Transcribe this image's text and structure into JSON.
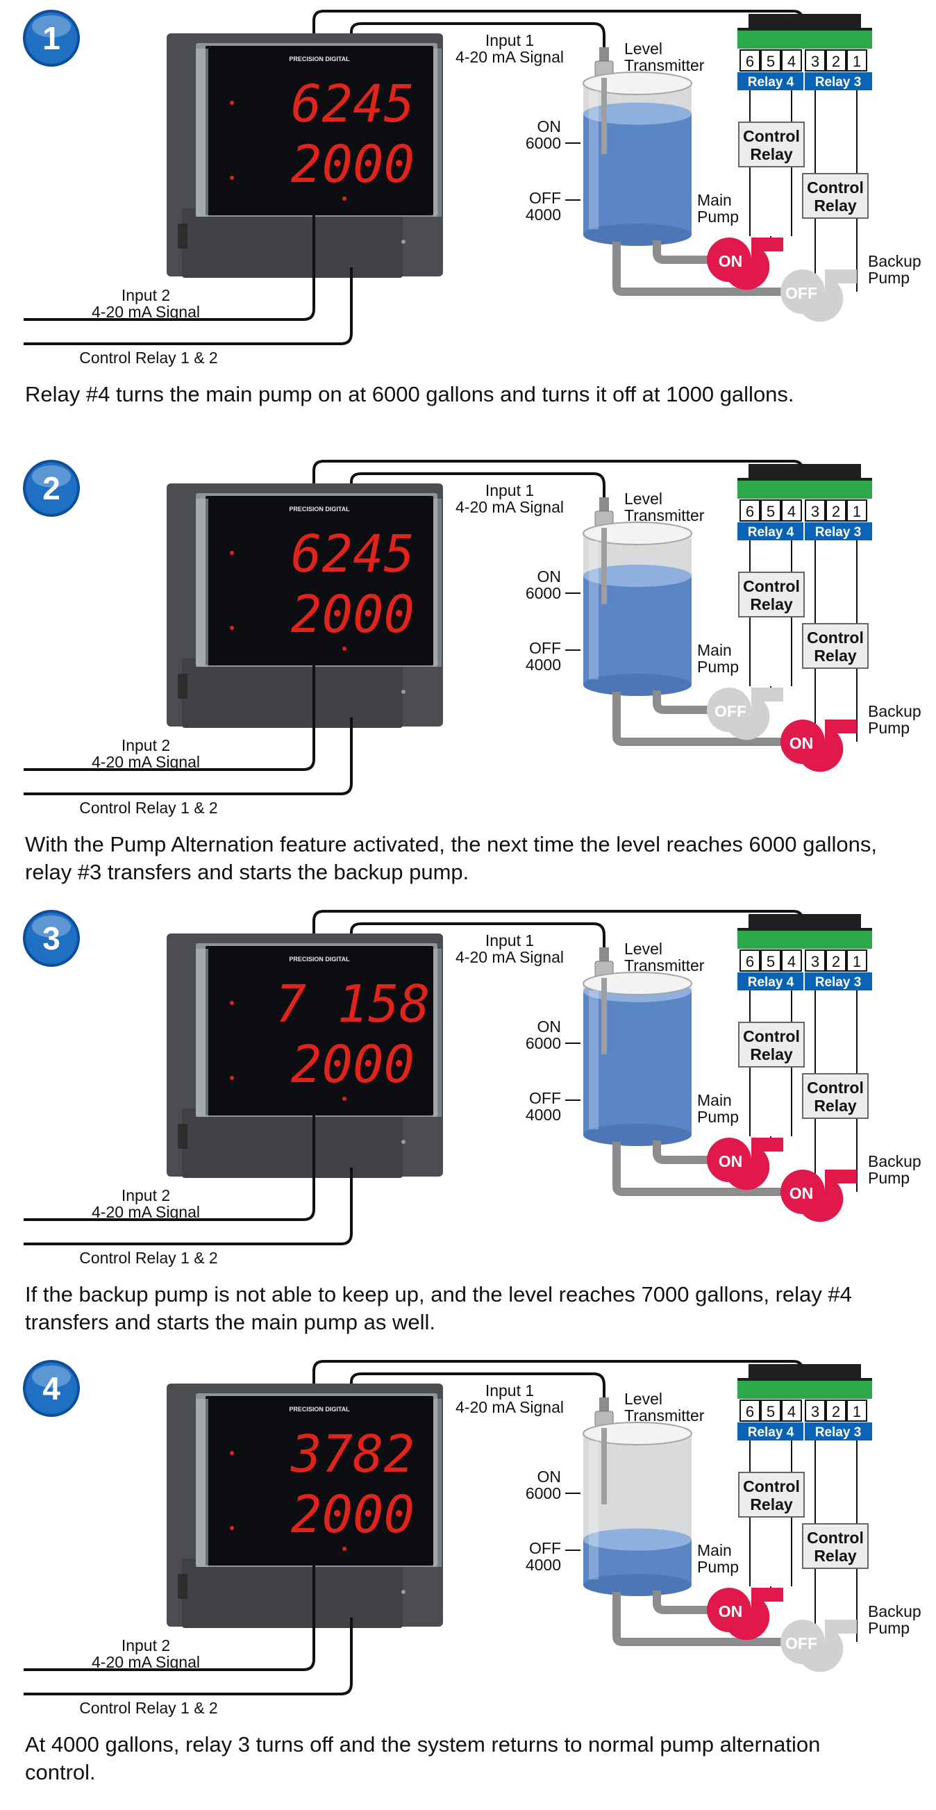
{
  "labels": {
    "brand": "PRECISION DIGITAL",
    "input1": "Input 1",
    "input2": "Input 2",
    "signal": "4-20 mA Signal",
    "control_relay_12": "Control Relay 1 & 2",
    "level": "Level",
    "transmitter": "Transmitter",
    "on": "ON",
    "off": "OFF",
    "on_value": "6000",
    "off_value": "4000",
    "main": "Main",
    "backup": "Backup",
    "pump": "Pump",
    "relay4": "Relay 4",
    "relay3": "Relay 3",
    "control": "Control",
    "relay": "Relay",
    "terminals": [
      "6",
      "5",
      "4",
      "3",
      "2",
      "1"
    ]
  },
  "panels": [
    {
      "step": "1",
      "display_top": "6245",
      "display_bottom": "2000",
      "tank_level": 0.8,
      "main_pump": "ON",
      "backup_pump": "OFF",
      "caption": "Relay #4 turns the main pump on at 6000 gallons and turns it off at 1000 gallons."
    },
    {
      "step": "2",
      "display_top": "6245",
      "display_bottom": "2000",
      "tank_level": 0.72,
      "main_pump": "OFF",
      "backup_pump": "ON",
      "caption": "With the Pump Alternation feature activated, the next time the level reaches 6000 gallons, relay #3 transfers and starts the backup pump."
    },
    {
      "step": "3",
      "display_top": "7 158",
      "display_bottom": "2000",
      "tank_level": 0.95,
      "main_pump": "ON",
      "backup_pump": "ON",
      "caption": "If the backup pump is not able to keep up, and the level reaches 7000 gallons, relay #4 transfers and starts the main pump as well."
    },
    {
      "step": "4",
      "display_top": "3782",
      "display_bottom": "2000",
      "tank_level": 0.3,
      "main_pump": "ON",
      "backup_pump": "OFF",
      "caption": "At 4000 gallons, relay 3 turns off and the system returns to normal pump alternation control."
    }
  ],
  "colors": {
    "step_badge": "#1f6fc2",
    "pump_on": "#e0194a",
    "pump_off": "#cfd1d3",
    "relay_header": "#0a63b4",
    "terminal_block": "#2aa84a",
    "water": "#5b86c6",
    "display_digits": "#e0231b"
  }
}
